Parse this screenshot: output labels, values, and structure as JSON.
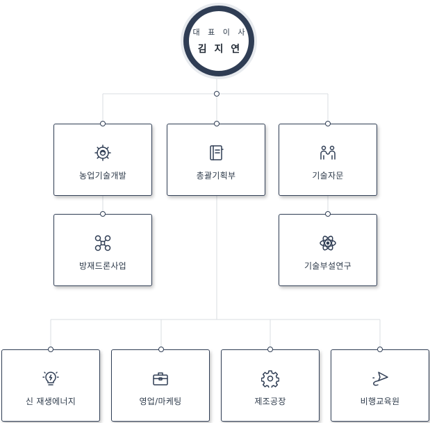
{
  "ceo": {
    "title": "대 표 이 사",
    "name": "김 지 연"
  },
  "departments": [
    {
      "label": "농업기술개발",
      "icon": "gear-icon"
    },
    {
      "label": "총괄기획부",
      "icon": "notebook-icon"
    },
    {
      "label": "기술자문",
      "icon": "consulting-people-icon"
    }
  ],
  "sub_departments": [
    {
      "label": "방재드론사업",
      "icon": "drone-icon"
    },
    {
      "label": "기술부설연구",
      "icon": "atom-icon"
    }
  ],
  "divisions": [
    {
      "label": "신 재생에너지",
      "icon": "lightbulb-icon"
    },
    {
      "label": "영업/마케팅",
      "icon": "briefcase-icon"
    },
    {
      "label": "제조공장",
      "icon": "cog-icon"
    },
    {
      "label": "비행교육원",
      "icon": "paper-plane-icon"
    }
  ],
  "colors": {
    "navy": "#2f3d54",
    "connector": "#d9dde2",
    "text": "#2d3a4a"
  }
}
